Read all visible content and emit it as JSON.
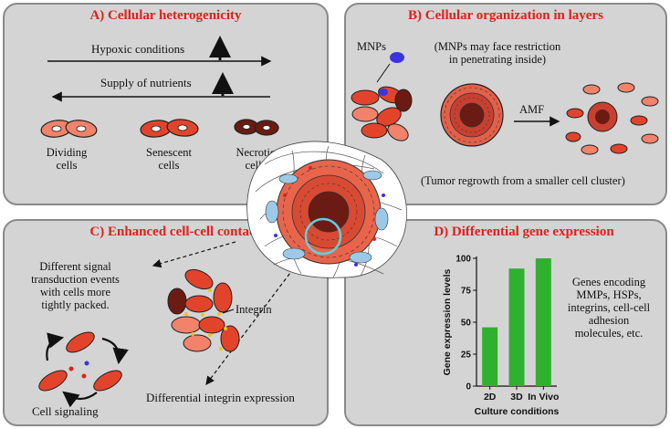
{
  "panels": {
    "a": {
      "title": "A) Cellular heterogenicity",
      "hypoxic": "Hypoxic conditions",
      "nutrients": "Supply of nutrients",
      "dividing": "Dividing\ncells",
      "senescent": "Senescent\ncells",
      "necrotic": "Necrotic\ncells"
    },
    "b": {
      "title": "B) Cellular organization in layers",
      "mnps": "MNPs",
      "restriction": "(MNPs may face restriction\nin penetrating inside)",
      "amf": "AMF",
      "regrowth": "(Tumor regrowth from a smaller cell cluster)"
    },
    "c": {
      "title": "C) Enhanced cell-cell contact",
      "signal": "Different signal\ntransduction events\nwith cells more\ntightly packed.",
      "integrin": "Integrin",
      "cell_signaling": "Cell signaling",
      "diff_integrin": "Differential integrin expression"
    },
    "d": {
      "title": "D) Differential gene expression",
      "genes": "Genes encoding\nMMPs, HSPs,\nintegrins, cell-cell\nadhesion\nmolecules, etc."
    }
  },
  "colors": {
    "title_red": "#e0201b",
    "panel_fill": "#d4d4d4",
    "bar_green": "#2fb02f",
    "dividing_cell": "#f2826a",
    "senescent_cell": "#e2442b",
    "necrotic_cell": "#6b1b14",
    "mnp_blue": "#3b33e0",
    "ring_cyan": "#5ed0e0"
  },
  "chart_data": {
    "type": "bar",
    "categories": [
      "2D",
      "3D",
      "In Vivo"
    ],
    "values": [
      46,
      92,
      100
    ],
    "xlabel": "Culture conditions",
    "ylabel": "Gene expression levels",
    "ylim": [
      0,
      100
    ],
    "yticks": [
      0,
      25,
      50,
      75,
      100
    ],
    "grid": false,
    "color": "#2fb02f"
  }
}
